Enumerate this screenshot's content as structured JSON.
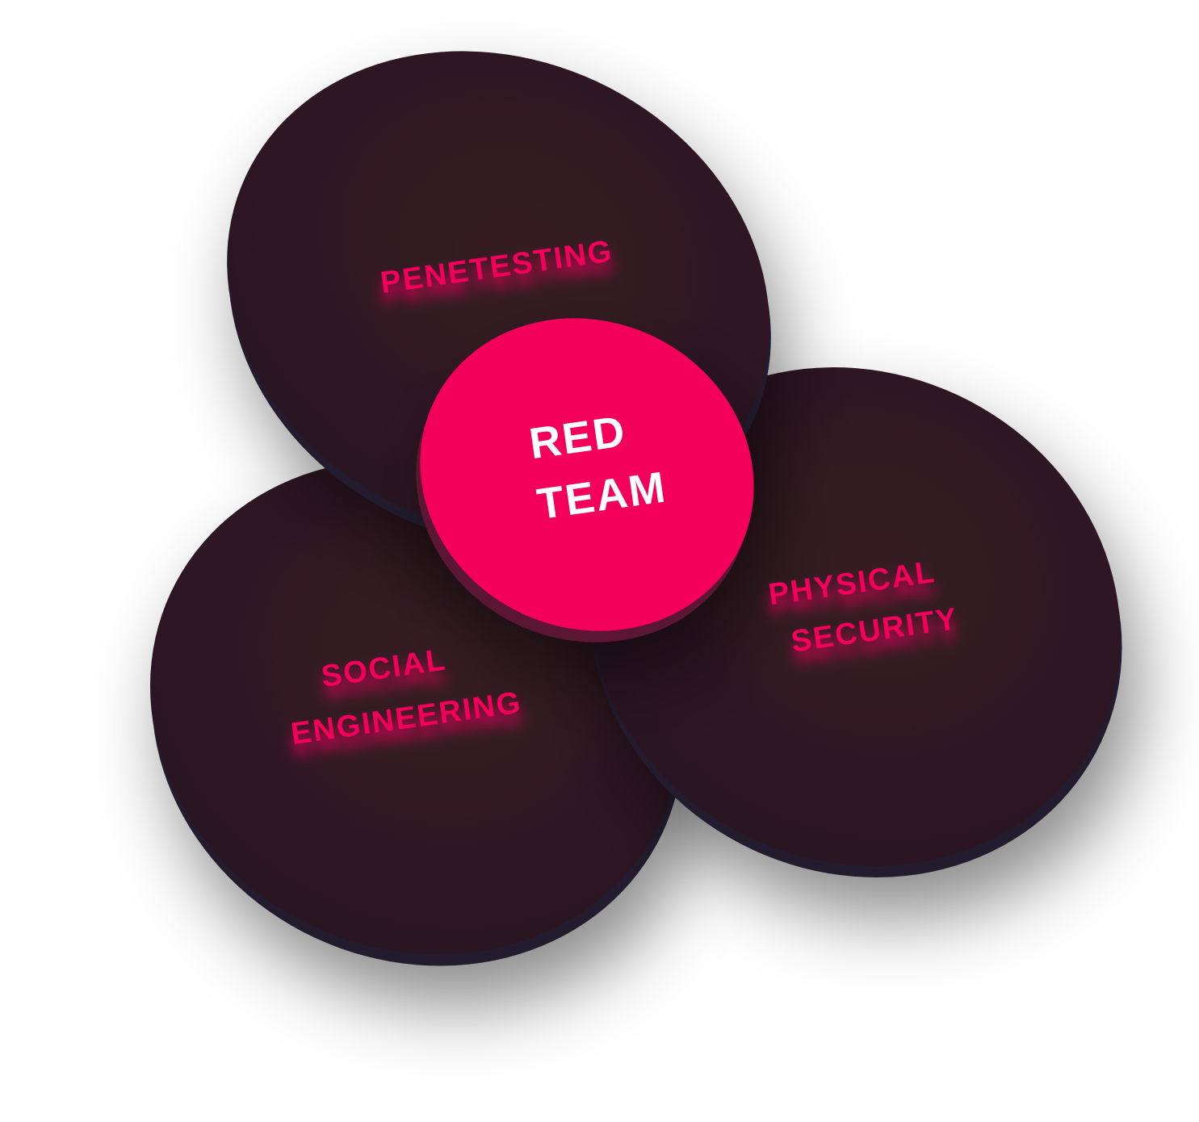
{
  "title": "Red Team",
  "center": {
    "line1": "RED",
    "line2": "TEAM"
  },
  "circles": [
    {
      "id": "penetesting",
      "lines": [
        "PENETESTING"
      ]
    },
    {
      "id": "social-engineering",
      "lines": [
        "SOCIAL",
        "ENGINEERING"
      ]
    },
    {
      "id": "physical-security",
      "lines": [
        "PHYSICAL",
        "SECURITY"
      ]
    }
  ],
  "colors": {
    "accent": "#f2035a",
    "disc": "#2e1920",
    "disc_edge": "#221b2f",
    "center_edge": "#5a1632",
    "center_text": "#ffffff"
  }
}
